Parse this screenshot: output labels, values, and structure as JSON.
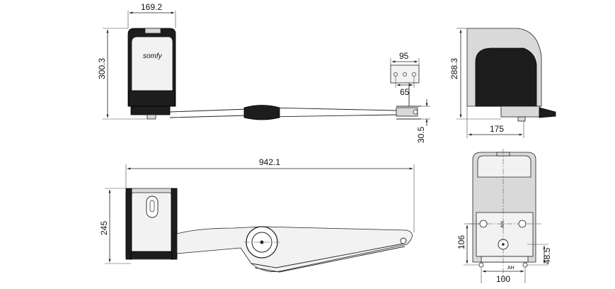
{
  "brand": "somfy",
  "dimensions": {
    "top_width": "169.2",
    "top_height": "300.3",
    "bracket_width": "95",
    "bracket_hole_spacing": "65",
    "arm_offset": "30.5",
    "side_height": "288.3",
    "side_depth": "175",
    "plan_length": "942.1",
    "plan_width": "245",
    "base_height": "106",
    "base_offset": "48.5",
    "base_width": "100"
  },
  "labels": {
    "ah_1": "AH",
    "ah_2": "AH"
  }
}
